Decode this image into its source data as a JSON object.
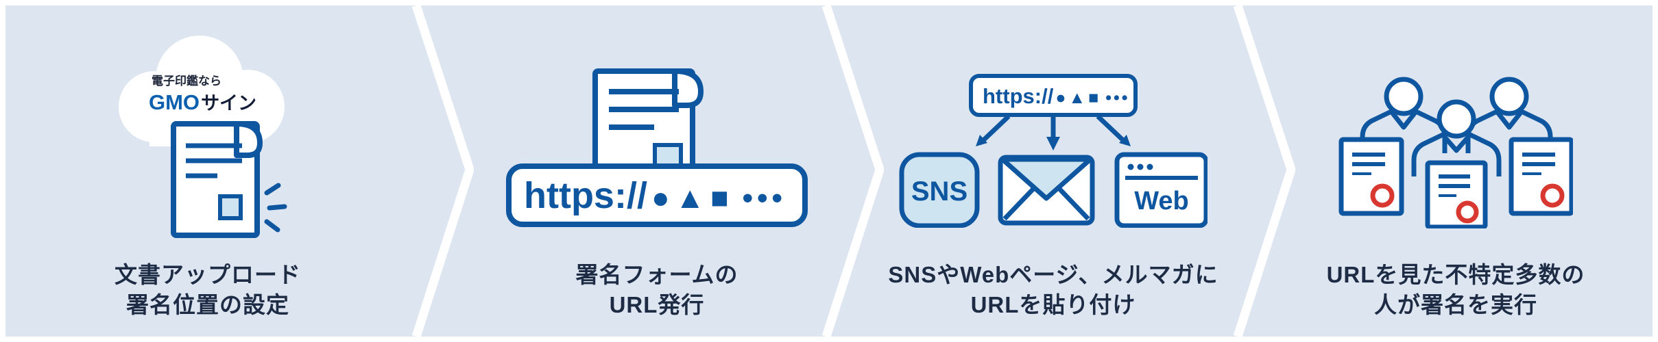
{
  "colors": {
    "background": "#dde6f0",
    "separator_white": "#ffffff",
    "primary_blue": "#0e56a0",
    "light_blue_fill": "#cfe4f1",
    "person_fill": "#d6e9f4",
    "caption_navy": "#1d2b45",
    "logo_blue": "#0a60ae",
    "logo_navy": "#141d37",
    "stamp_red": "#d8382f"
  },
  "steps": [
    {
      "id": 1,
      "cloud": {
        "tagline": "電子印鑑なら",
        "logo_gmo": "GMO",
        "logo_suffix": "サイン"
      },
      "caption_lines": [
        "文書アップロード",
        "署名位置の設定"
      ]
    },
    {
      "id": 2,
      "url_bar": {
        "scheme": "https://",
        "shapes": "●▲■",
        "dots": "•••"
      },
      "caption_lines": [
        "署名フォームの",
        "URL発行"
      ]
    },
    {
      "id": 3,
      "url_bar": {
        "scheme": "https://",
        "shapes": "●▲■",
        "dots": "•••"
      },
      "channels": {
        "sns_label": "SNS",
        "web_label": "Web"
      },
      "caption_lines": [
        "SNSやWebページ、メルマガに",
        "URLを貼り付け"
      ]
    },
    {
      "id": 4,
      "caption_lines": [
        "URLを見た不特定多数の",
        "人が署名を実行"
      ]
    }
  ]
}
